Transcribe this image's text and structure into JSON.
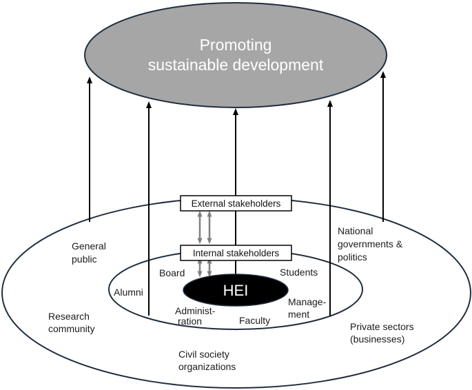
{
  "goal": {
    "line1": "Promoting",
    "line2": "sustainable development"
  },
  "boxes": {
    "external": "External stakeholders",
    "internal": "Internal stakeholders"
  },
  "core": {
    "label": "HEI"
  },
  "internal_labels": {
    "board": "Board",
    "students": "Students",
    "alumni": "Alumni",
    "administration_1": "Administ-",
    "administration_2": "ration",
    "faculty": "Faculty",
    "management_1": "Manage-",
    "management_2": "ment"
  },
  "external_labels": {
    "general_public_1": "General",
    "general_public_2": "public",
    "national_gov_1": "National",
    "national_gov_2": "governments &",
    "national_gov_3": "politics",
    "research_1": "Research",
    "research_2": "community",
    "private_1": "Private sectors",
    "private_2": "(businesses)",
    "civil_1": "Civil society",
    "civil_2": "organizations"
  },
  "colors": {
    "goal_fill": "#a6a6a6",
    "outline": "#1f2d3d",
    "hei_fill": "#000000",
    "double_arrow": "#7f7f7f"
  }
}
